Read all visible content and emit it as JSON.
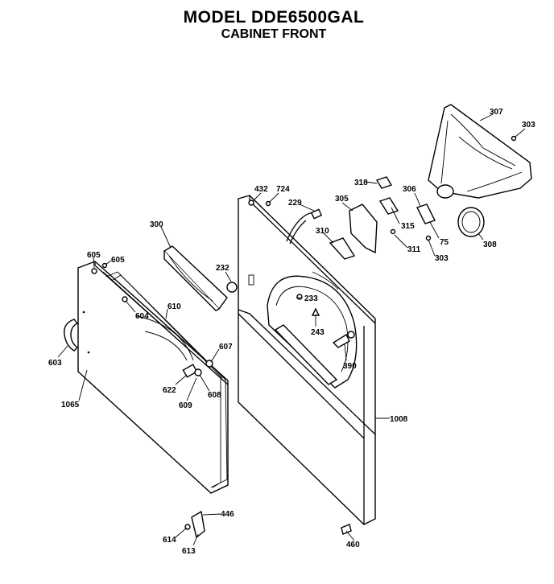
{
  "header": {
    "title": "MODEL DDE6500GAL",
    "subtitle": "CABINET FRONT"
  },
  "parts": [
    {
      "id": "p307",
      "label": "307"
    },
    {
      "id": "p303a",
      "label": "303"
    },
    {
      "id": "p318",
      "label": "318"
    },
    {
      "id": "p306",
      "label": "306"
    },
    {
      "id": "p432",
      "label": "432"
    },
    {
      "id": "p724",
      "label": "724"
    },
    {
      "id": "p229",
      "label": "229"
    },
    {
      "id": "p305",
      "label": "305"
    },
    {
      "id": "p315",
      "label": "315"
    },
    {
      "id": "p75",
      "label": "75"
    },
    {
      "id": "p308",
      "label": "308"
    },
    {
      "id": "p310",
      "label": "310"
    },
    {
      "id": "p311",
      "label": "311"
    },
    {
      "id": "p303b",
      "label": "303"
    },
    {
      "id": "p300",
      "label": "300"
    },
    {
      "id": "p232",
      "label": "232"
    },
    {
      "id": "p605a",
      "label": "605"
    },
    {
      "id": "p605b",
      "label": "605"
    },
    {
      "id": "p604",
      "label": "604"
    },
    {
      "id": "p610",
      "label": "610"
    },
    {
      "id": "p233",
      "label": "233"
    },
    {
      "id": "p243",
      "label": "243"
    },
    {
      "id": "p603",
      "label": "603"
    },
    {
      "id": "p390",
      "label": "390"
    },
    {
      "id": "p607",
      "label": "607"
    },
    {
      "id": "p622",
      "label": "622"
    },
    {
      "id": "p608",
      "label": "608"
    },
    {
      "id": "p609",
      "label": "609"
    },
    {
      "id": "p1065",
      "label": "1065"
    },
    {
      "id": "p1008",
      "label": "1008"
    },
    {
      "id": "p446",
      "label": "446"
    },
    {
      "id": "p614",
      "label": "614"
    },
    {
      "id": "p613",
      "label": "613"
    },
    {
      "id": "p460",
      "label": "460"
    }
  ]
}
